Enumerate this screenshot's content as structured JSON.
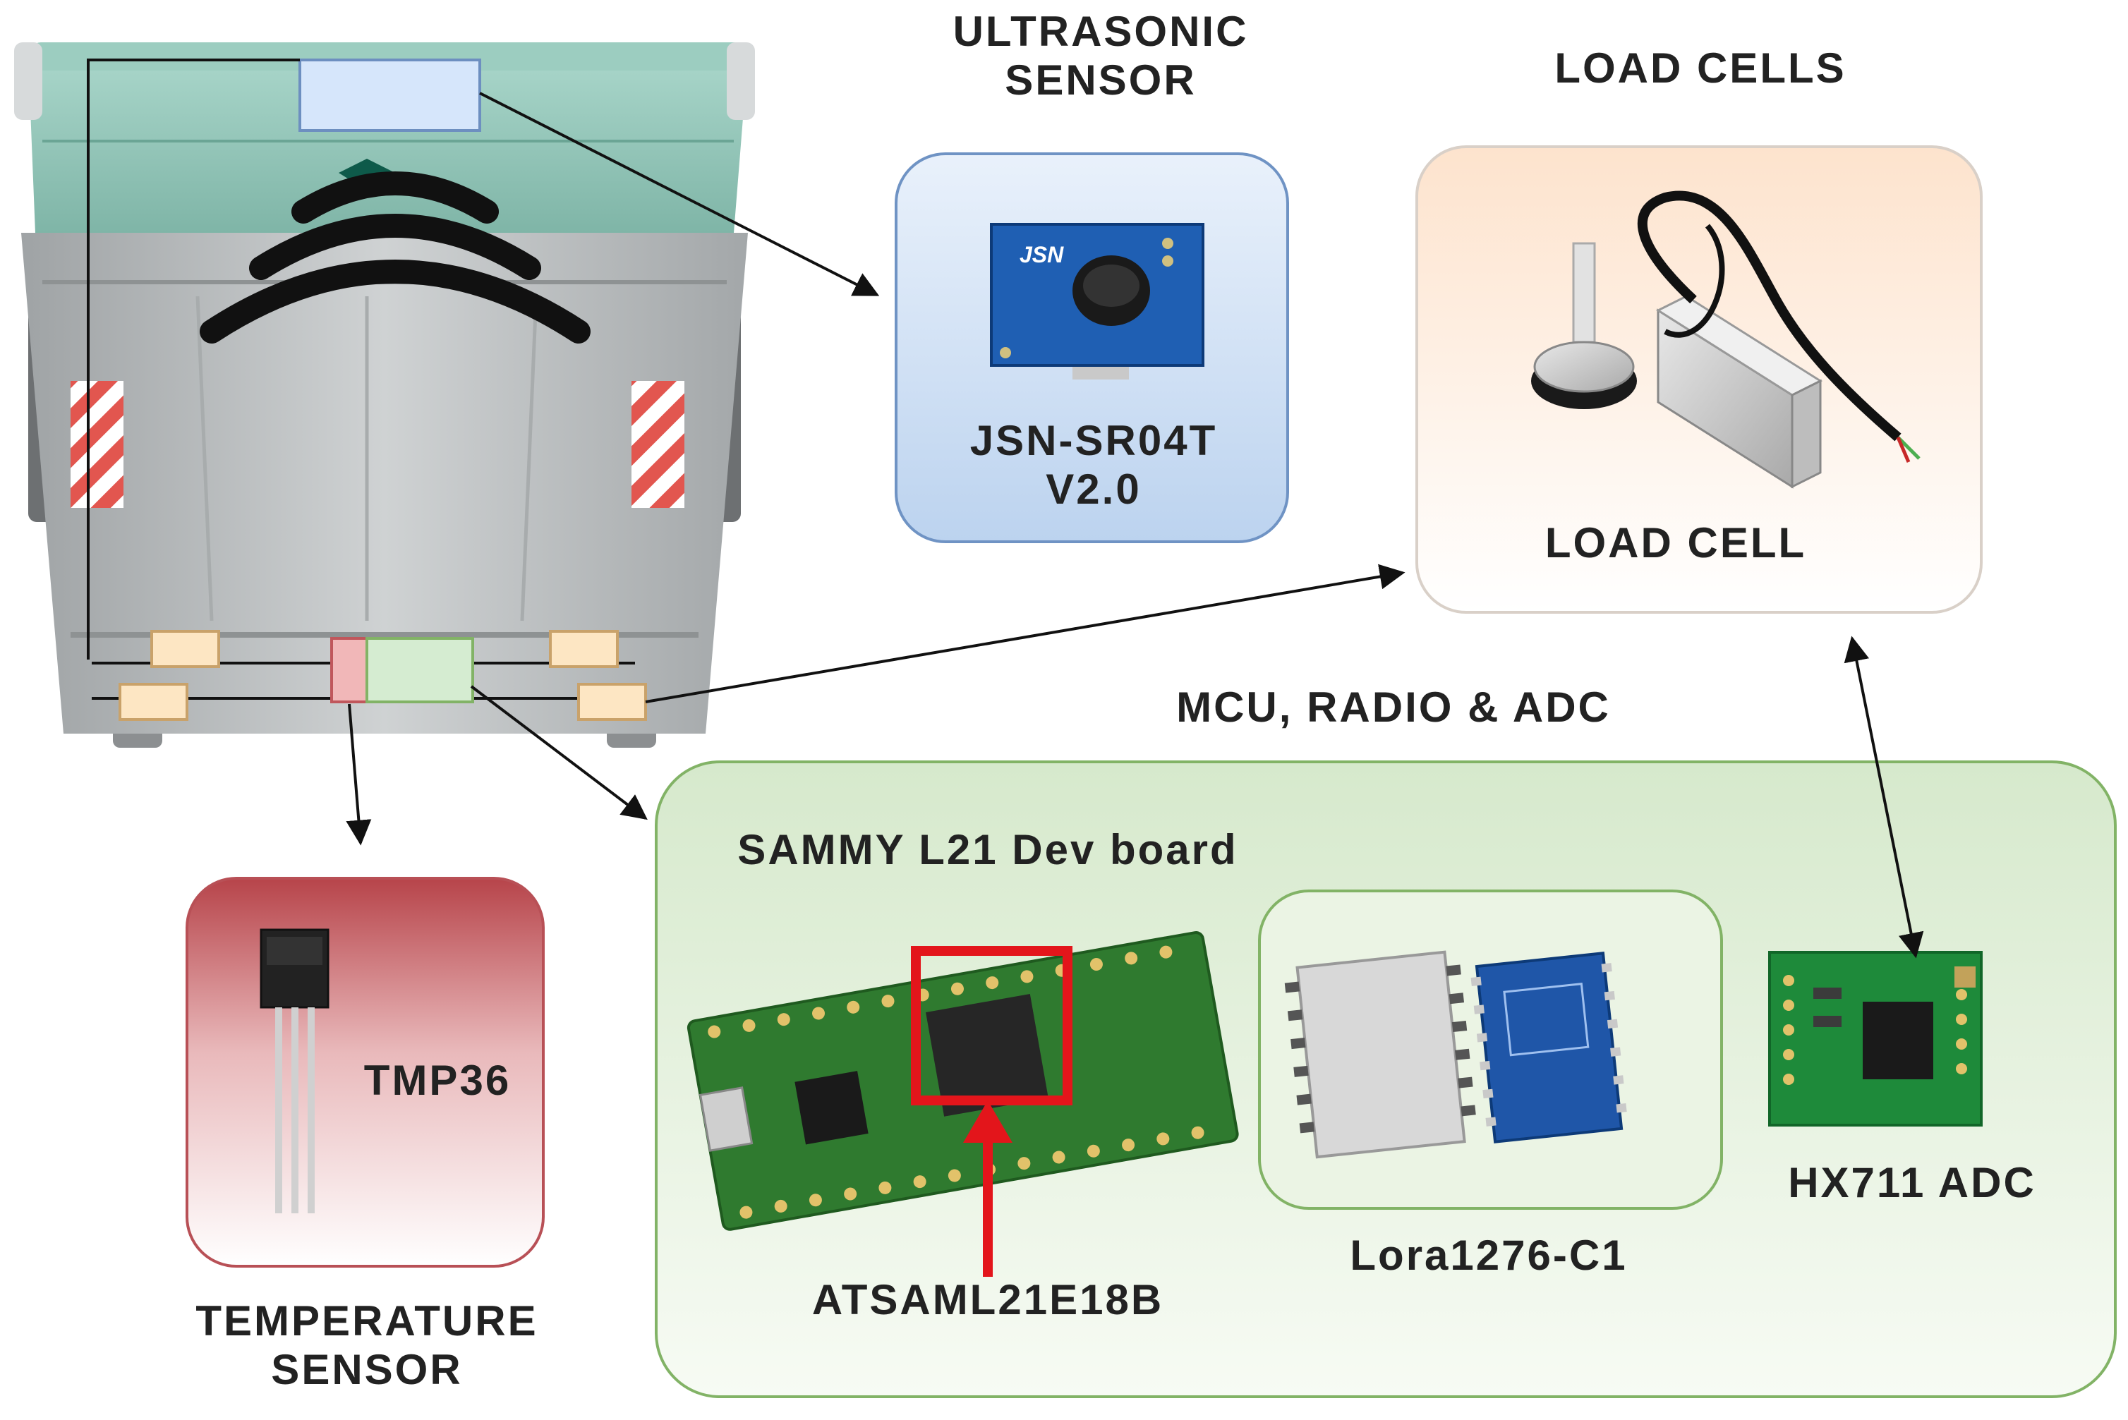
{
  "headings": {
    "ultrasonic": [
      "ULTRASONIC",
      "SENSOR"
    ],
    "load_cells": "LOAD CELLS",
    "mcu": "MCU, RADIO & ADC",
    "temperature": [
      "TEMPERATURE",
      "SENSOR"
    ]
  },
  "ultrasonic_box": {
    "model": [
      "JSN-SR04T",
      "V2.0"
    ],
    "board_logo": "JSN",
    "fill": "#cfe0f5",
    "stroke": "#6f93c4"
  },
  "load_cell_box": {
    "label": "LOAD CELL",
    "fill": "#fde8d6",
    "stroke": "#d9d0c8"
  },
  "temperature_box": {
    "label": "TMP36",
    "fill": "#c0575c",
    "stroke": "#b85056"
  },
  "mcu_box": {
    "board_title": "SAMMY L21 Dev board",
    "chip_label": "ATSAML21E18B",
    "radio_label": "Lora1276-C1",
    "adc_label": "HX711 ADC",
    "fill": "#e4f0dc",
    "stroke": "#82b366"
  },
  "colors": {
    "pcb_green": "#2f7a2f",
    "radio_blue": "#1f56a8",
    "highlight_red": "#e3151b",
    "bin_body": "#b9bcbd",
    "bin_lid": "#8fc4b6"
  },
  "icons": [
    "waste-bin-illustration",
    "wifi-signal-icon",
    "arrow-icon"
  ]
}
